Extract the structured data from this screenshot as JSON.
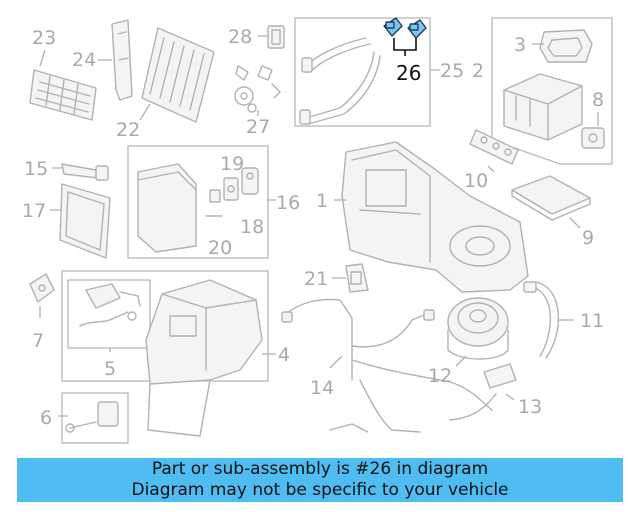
{
  "callouts": {
    "c1": "1",
    "c2": "2",
    "c3": "3",
    "c4": "4",
    "c5": "5",
    "c6": "6",
    "c7": "7",
    "c8": "8",
    "c9": "9",
    "c10": "10",
    "c11": "11",
    "c12": "12",
    "c13": "13",
    "c14": "14",
    "c15": "15",
    "c16": "16",
    "c17": "17",
    "c18": "18",
    "c19": "19",
    "c20": "20",
    "c21": "21",
    "c22": "22",
    "c23": "23",
    "c24": "24",
    "c25": "25",
    "c26": "26",
    "c27": "27",
    "c28": "28"
  },
  "highlight": {
    "part_number": "26",
    "color": "#7cc6ee"
  },
  "banner": {
    "line1": "Part or sub-assembly is #26 in diagram",
    "line2": "Diagram may not be specific to your vehicle",
    "color": "#4fbdf2"
  }
}
